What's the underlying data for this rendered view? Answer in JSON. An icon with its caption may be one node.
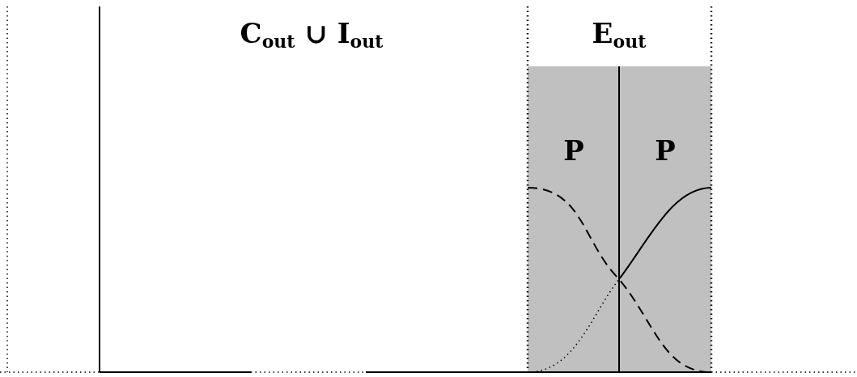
{
  "diagram": {
    "labels": [
      "C$_{out}$ ∪ I$_{out}$",
      "E$_{out}$",
      "P",
      "P"
    ]
  }
}
